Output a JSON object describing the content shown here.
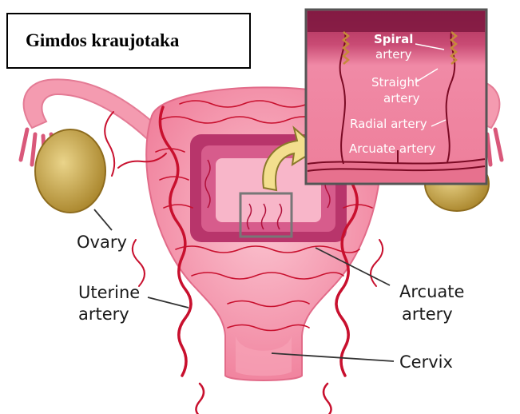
{
  "title": "Gimdos kraujotaka",
  "labels": {
    "ovary": "Ovary",
    "uterine_artery_line1": "Uterine",
    "uterine_artery_line2": "artery",
    "arcuate_artery_line1": "Arcuate",
    "arcuate_artery_line2": "artery",
    "cervix": "Cervix"
  },
  "inset_labels": {
    "spiral_line1": "Spiral",
    "spiral_line2": "artery",
    "straight_line1": "Straight",
    "straight_line2": "artery",
    "radial": "Radial artery",
    "arcuate": "Arcuate artery"
  },
  "colors": {
    "uterus": "#f48aa3",
    "uterus_light": "#f9b2c2",
    "artery": "#c8102e",
    "ovary": "#c9a646",
    "inset_bg": "#e9738f",
    "inset_dark": "#b2365a",
    "callout_arrow": "#f3df8e"
  }
}
